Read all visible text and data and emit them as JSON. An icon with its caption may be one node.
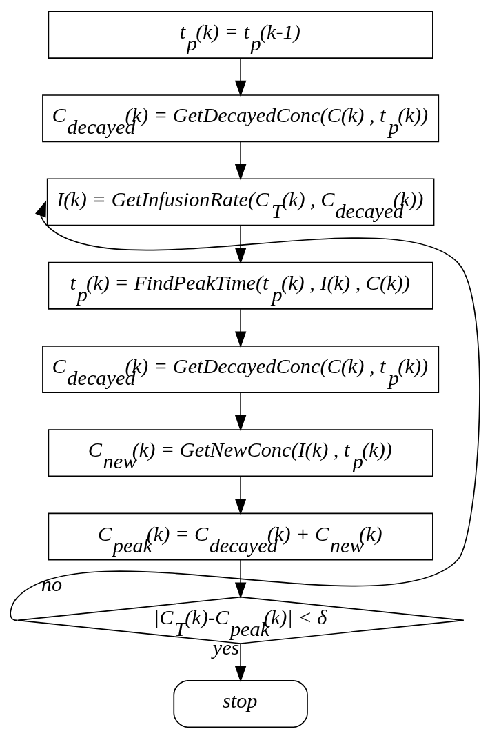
{
  "diagram": {
    "nodes": [
      {
        "text": [
          "t$_{p}$(k) = t$_{p}$(k-1)"
        ]
      },
      {
        "text": [
          "C$_{decayed}$(k) = GetDecayedConc(C(k) , t$_{p}$(k))"
        ]
      },
      {
        "text": [
          "I(k) = GetInfusionRate(C$_{T}$(k) , C$_{decayed}$(k))"
        ]
      },
      {
        "text": [
          "t$_{p}$(k) = FindPeakTime(t$_{p}$(k) , I(k) , C(k))"
        ]
      },
      {
        "text": [
          "C$_{decayed}$(k) = GetDecayedConc(C(k) , t$_{p}$(k))"
        ]
      },
      {
        "text": [
          "C$_{new}$(k) = GetNewConc(I(k) , t$_{p}$(k))"
        ]
      },
      {
        "text": [
          "C$_{peak}$(k) = C$_{decayed}$(k) + C$_{new}$(k)"
        ]
      },
      {
        "text": [
          "|C$_{T}$(k)-C$_{peak}$(k)| < δ"
        ]
      },
      {
        "text": [
          "stop"
        ]
      }
    ],
    "edges": [
      {
        "from": 0,
        "to": 1,
        "arrow": "to"
      },
      {
        "from": 1,
        "to": 2,
        "arrow": "to"
      },
      {
        "from": 2,
        "to": 3,
        "arrow": "to"
      },
      {
        "from": 3,
        "to": 4,
        "arrow": "to"
      },
      {
        "from": 4,
        "to": 5,
        "arrow": "to"
      },
      {
        "from": 5,
        "to": 6,
        "arrow": "to"
      },
      {
        "from": 6,
        "to": 7,
        "arrow": "to"
      },
      {
        "from": 7,
        "to": 2,
        "arrow": "to",
        "label": "no"
      },
      {
        "from": 7,
        "to": 8,
        "arrow": "to",
        "label": "yes"
      }
    ]
  }
}
